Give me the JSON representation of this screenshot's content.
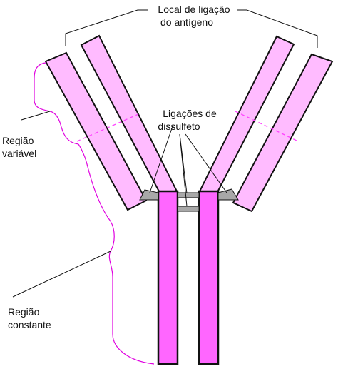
{
  "labels": {
    "antigen_site": [
      "Local de ligação",
      "do antígeno"
    ],
    "disulfide": [
      "Ligações de",
      "dissulfeto"
    ],
    "variable_region": [
      "Região",
      "variável"
    ],
    "constant_region": [
      "Região",
      "constante"
    ]
  },
  "colors": {
    "heavy_chain": "#ff66ff",
    "light_chain": "#ffbbff",
    "outline": "#111111",
    "bracket": "#e000e0",
    "disulfide_bond": "#a8a8a8",
    "boundary_dash": "#ff44ff"
  }
}
